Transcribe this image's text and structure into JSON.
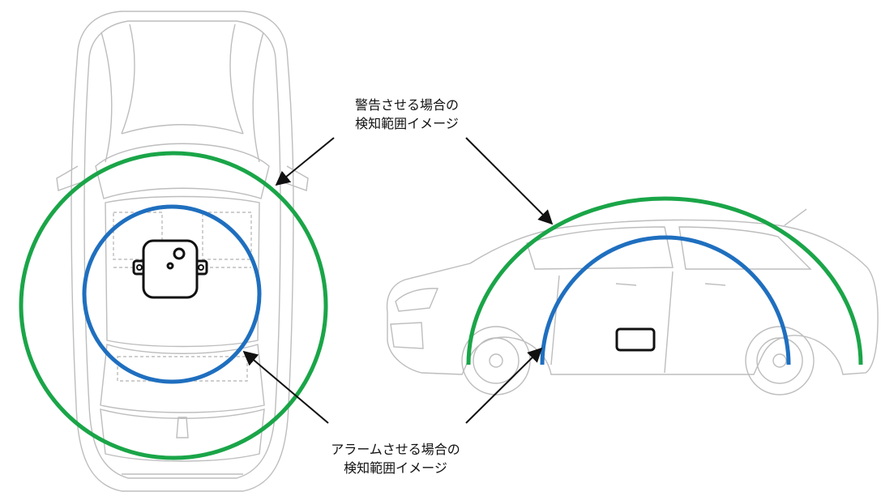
{
  "labels": {
    "warning": {
      "line1": "警告させる場合の",
      "line2": "検知範囲イメージ"
    },
    "alarm": {
      "line1": "アラームさせる場合の",
      "line2": "検知範囲イメージ"
    }
  },
  "colors": {
    "warning_range": "#1aa548",
    "alarm_range": "#1f6fbf",
    "car_outline": "#bdbdbd",
    "arrow": "#111111",
    "sensor": "#111111"
  }
}
